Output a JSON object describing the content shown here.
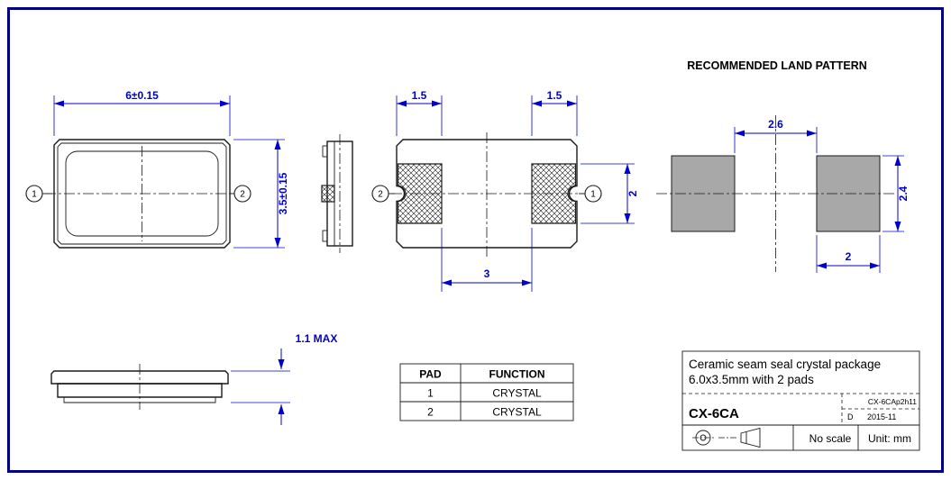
{
  "colors": {
    "border": "#000080",
    "line": "#1a1a1a",
    "dimension": "#0000cc",
    "padfill": "#a8a8a8"
  },
  "land_pattern": {
    "title": "RECOMMENDED LAND PATTERN",
    "dim_gap": "2.6",
    "dim_pad_height": "2.4",
    "dim_pad_width": "2"
  },
  "top_view": {
    "dim_width": "6±0.15",
    "dim_height": "3.5±0.15",
    "balloon_left": "1",
    "balloon_right": "2"
  },
  "bottom_view": {
    "dim_pad_left_width": "1.5",
    "dim_pad_right_width": "1.5",
    "dim_pad_height": "2",
    "dim_pad_gap": "3",
    "balloon_left": "2",
    "balloon_right": "1"
  },
  "profile_view": {
    "dim_height": "1.1 MAX"
  },
  "pad_table": {
    "headers": [
      "PAD",
      "FUNCTION"
    ],
    "rows": [
      [
        "1",
        "CRYSTAL"
      ],
      [
        "2",
        "CRYSTAL"
      ]
    ]
  },
  "title_block": {
    "description_line1": "Ceramic seam seal crystal package",
    "description_line2": "6.0x3.5mm with 2 pads",
    "part_number": "CX-6CA",
    "doc_number": "CX-6CAp2h11",
    "revision": "D",
    "date": "2015-11",
    "scale_note": "No scale",
    "unit_note": "Unit: mm"
  }
}
